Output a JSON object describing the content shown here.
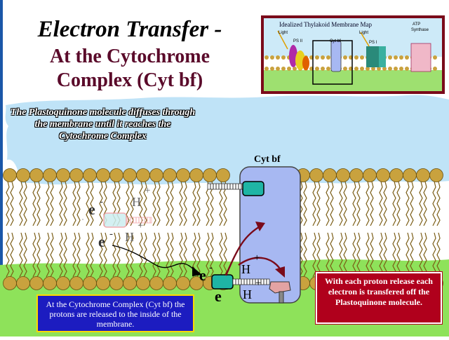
{
  "title": {
    "line1": "Electron Transfer -",
    "line2": "At the Cytochrome",
    "line3": "Complex (Cyt bf)"
  },
  "inset": {
    "title": "Idealized Thylakoid Membrane Map",
    "light1": "Light",
    "light2": "Light",
    "ps2": "PS II",
    "cytbf": "Cyt bf",
    "ps1": "PS I",
    "atp": "ATP",
    "synthase": "Synthase"
  },
  "cloud_text": "The Plastoquinone molecule diffuses through the membrane until it reaches the Cytochrome Complex",
  "cyt_label": "Cyt bf",
  "labels": {
    "e": "e",
    "minus": "-",
    "h": "H",
    "plus": "+"
  },
  "left_box": "At the Cytochrome Complex (Cyt bf) the protons are released to the inside of the membrane.",
  "right_box": "With each proton release each electron is transfered off the Plastoquinone molecule.",
  "colors": {
    "cloud": "#bfe3f7",
    "ground": "#8ee25a",
    "lipid_head": "#c9a23e",
    "cyt_complex": "#a7b8f2",
    "box_blue": "#1c1cc0",
    "box_red": "#b0001c",
    "arrow": "#7a0a1a",
    "plastoquinone": "#1fb5a5"
  }
}
